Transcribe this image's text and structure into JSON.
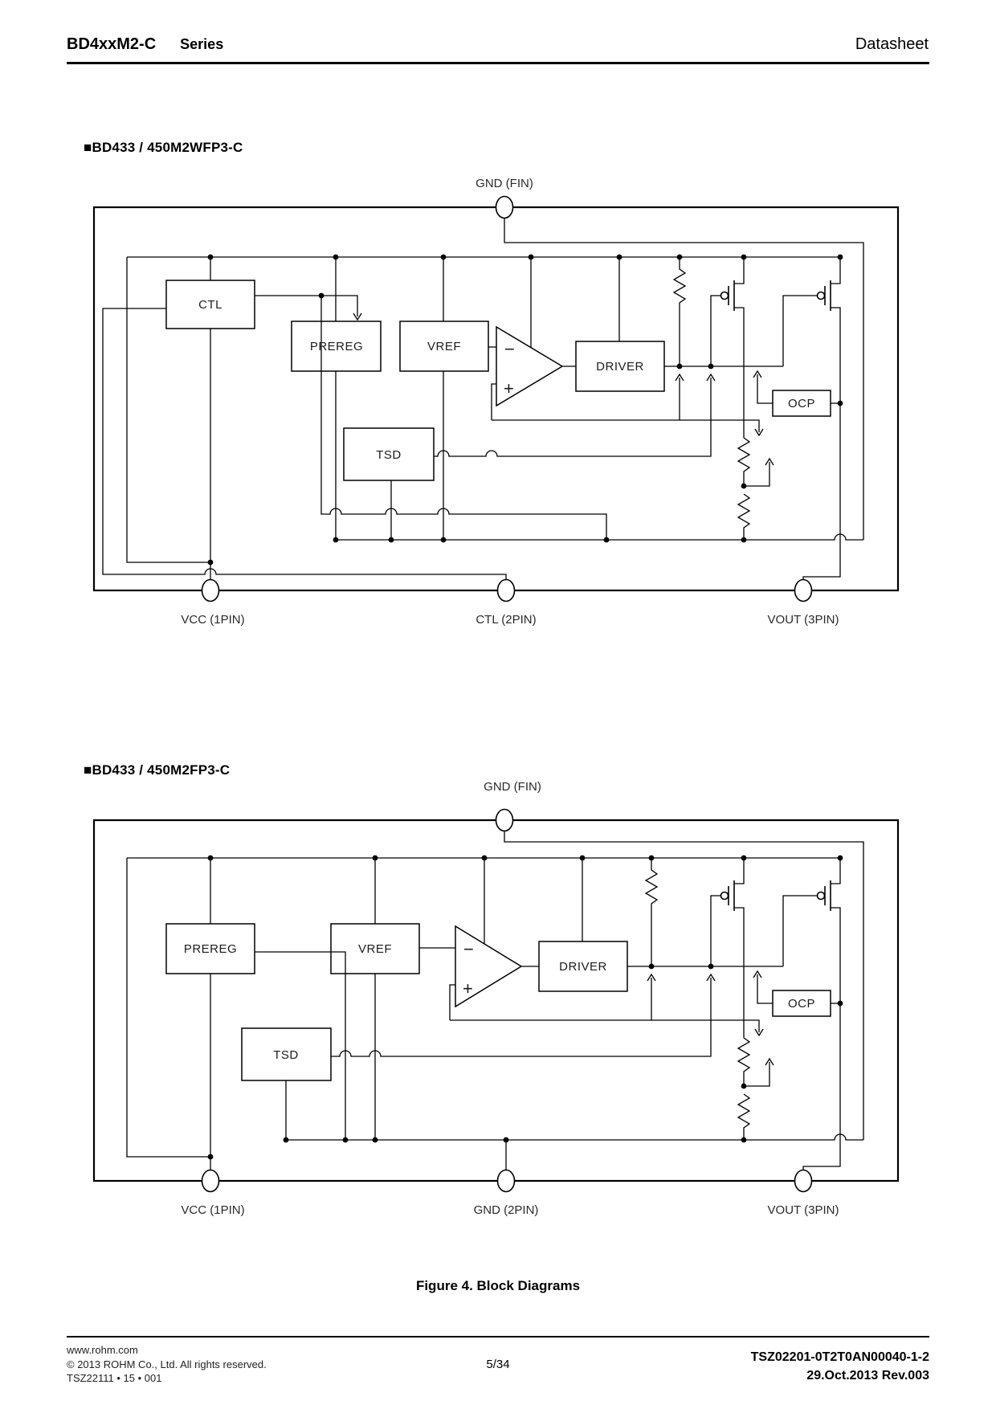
{
  "header": {
    "product": "BD4xxM2-C",
    "series": "Series",
    "doc_type": "Datasheet"
  },
  "diagram1": {
    "title": "■BD433 / 450M2WFP3-C",
    "top_pin_label": "GND (FIN)",
    "blocks": {
      "ctl": "CTL",
      "prereg": "PREREG",
      "vref": "VREF",
      "driver": "DRIVER",
      "ocp": "OCP",
      "tsd": "TSD"
    },
    "opamp": {
      "minus": "−",
      "plus": "+"
    },
    "pins": {
      "pin1": "VCC (1PIN)",
      "pin2": "CTL (2PIN)",
      "pin3": "VOUT (3PIN)"
    }
  },
  "diagram2": {
    "title": "■BD433 / 450M2FP3-C",
    "top_pin_label": "GND (FIN)",
    "blocks": {
      "prereg": "PREREG",
      "vref": "VREF",
      "driver": "DRIVER",
      "ocp": "OCP",
      "tsd": "TSD"
    },
    "opamp": {
      "minus": "−",
      "plus": "+"
    },
    "pins": {
      "pin1": "VCC (1PIN)",
      "pin2": "GND (2PIN)",
      "pin3": "VOUT (3PIN)"
    }
  },
  "caption": "Figure 4. Block Diagrams",
  "footer": {
    "website": "www.rohm.com",
    "copyright": "© 2013 ROHM Co., Ltd. All rights reserved.",
    "code": "TSZ22111 • 15 • 001",
    "page": "5/34",
    "doc_number": "TSZ02201-0T2T0AN00040-1-2",
    "revision": "29.Oct.2013 Rev.003"
  }
}
